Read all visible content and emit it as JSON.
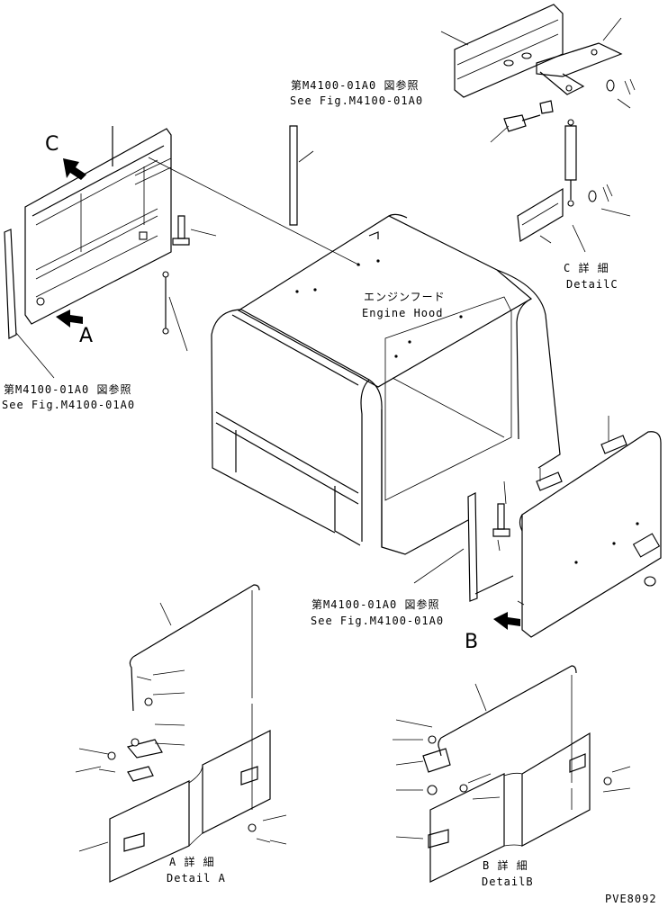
{
  "callouts": {
    "ref_top": {
      "jp": "第M4100-01A0 図参照",
      "en": "See Fig.M4100-01A0"
    },
    "ref_left": {
      "jp": "第M4100-01A0 図参照",
      "en": "See Fig.M4100-01A0"
    },
    "ref_right": {
      "jp": "第M4100-01A0 図参照",
      "en": "See Fig.M4100-01A0"
    },
    "engine_hood": {
      "jp": "エンジンフード",
      "en": "Engine Hood"
    }
  },
  "views": {
    "a": {
      "letter": "A",
      "jp": "A 詳 細",
      "en": "Detail A"
    },
    "b": {
      "letter": "B",
      "jp": "B 詳 細",
      "en": "DetailB"
    },
    "c": {
      "letter": "C",
      "jp": "C 詳 細",
      "en": "DetailC"
    }
  },
  "drawing_code": "PVE8092"
}
